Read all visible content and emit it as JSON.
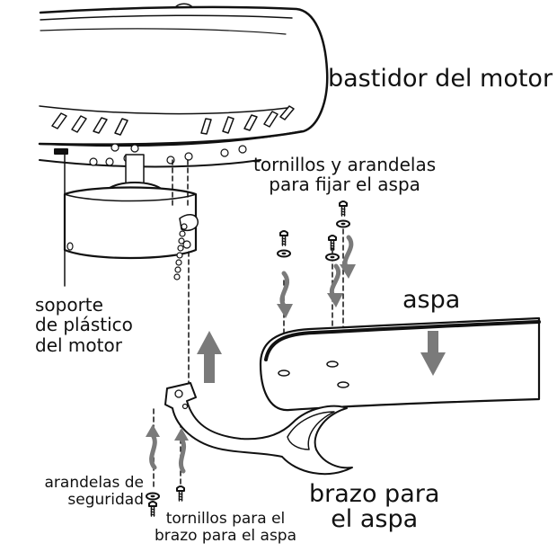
{
  "labels": {
    "motor_housing": "bastidor del motor",
    "blade_screws": "tornillos y arandelas\npara fijar el aspa",
    "blade": "aspa",
    "motor_bracket": "soporte\nde plástico\ndel motor",
    "lock_washers": "arandelas de\nseguridad",
    "arm_screws": "tornillos para el\nbrazo para el aspa",
    "blade_arm": "brazo para\nel aspa"
  },
  "icons": [
    "motor-housing",
    "switch-housing",
    "pull-chain",
    "blade",
    "blade-arm",
    "screw",
    "washer",
    "direction-arrow"
  ],
  "colors": {
    "line": "#111111",
    "arrow": "#7a7a7a",
    "fill": "#ffffff"
  }
}
